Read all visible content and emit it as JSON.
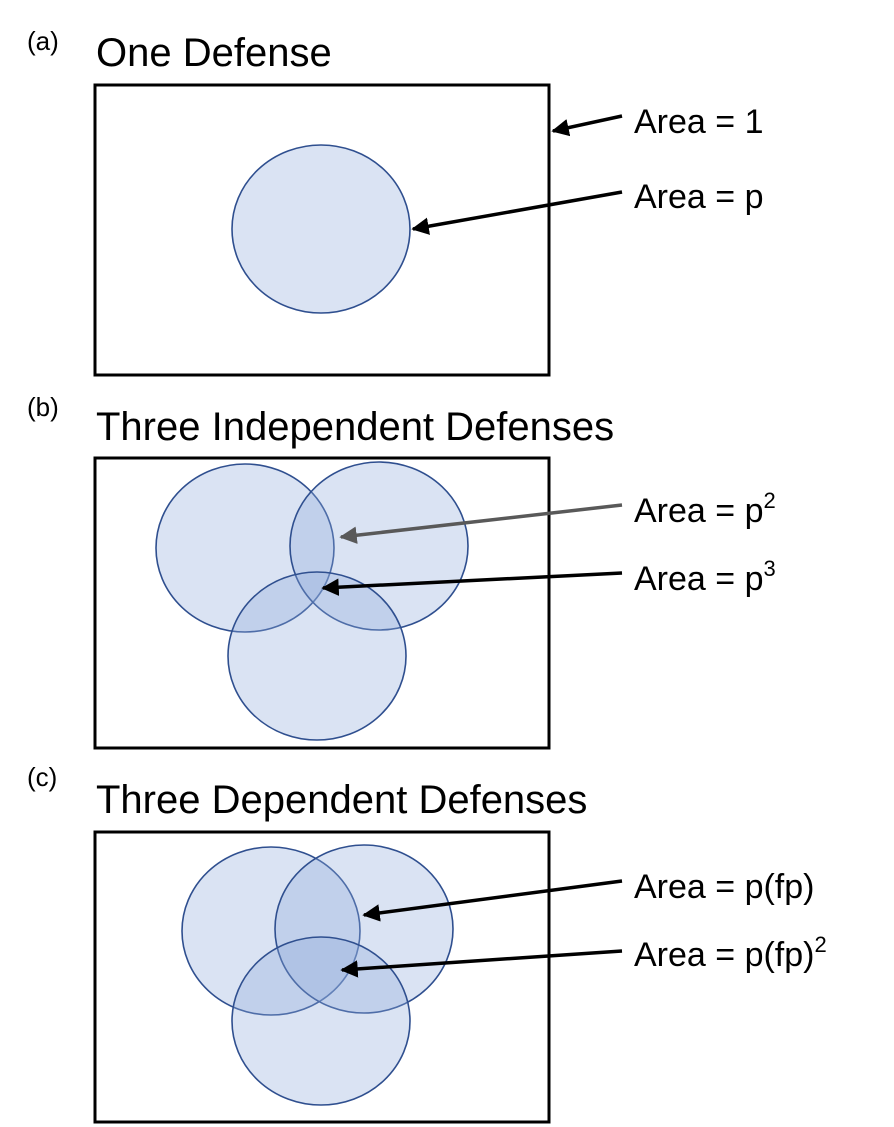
{
  "panels": [
    {
      "tag": "(a)",
      "title": "One Defense",
      "labels": [
        {
          "base": "Area = 1",
          "sup": ""
        },
        {
          "base": "Area = p",
          "sup": ""
        }
      ]
    },
    {
      "tag": "(b)",
      "title": "Three Independent Defenses",
      "labels": [
        {
          "base": "Area = p",
          "sup": "2"
        },
        {
          "base": "Area = p",
          "sup": "3"
        }
      ]
    },
    {
      "tag": "(c)",
      "title": "Three Dependent Defenses",
      "labels": [
        {
          "base": "Area = p(fp)",
          "sup": ""
        },
        {
          "base": "Area = p(fp)",
          "sup": "2"
        }
      ]
    }
  ],
  "colors": {
    "circle_fill": "#8faadc",
    "circle_stroke": "#2f4f8f",
    "frame": "#000000",
    "arrow": "#000000",
    "arrow_gray": "#595959"
  }
}
